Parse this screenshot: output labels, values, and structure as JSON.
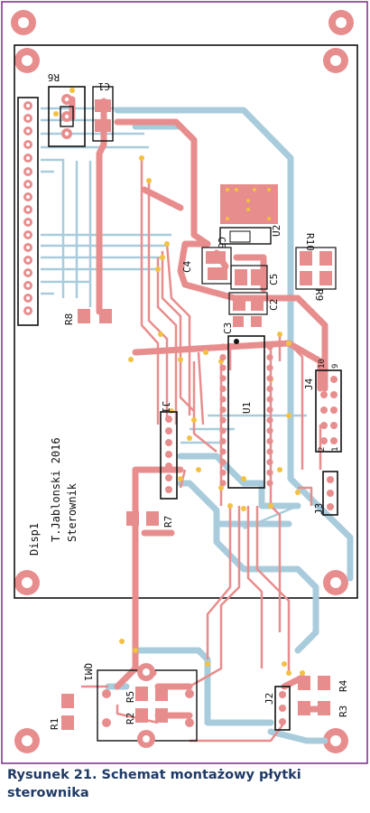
{
  "caption": {
    "line1": "Rysunek 21. Schemat montażowy płytki",
    "line2": "sterownika"
  },
  "board_text": {
    "author": "T.Jablonski 2016",
    "name": "Sterownik",
    "display": "Disp1"
  },
  "labels": {
    "r6": "R6",
    "c1": "C1",
    "r8": "R8",
    "c6": "C6",
    "c4": "C4",
    "u2": "U2",
    "c5": "C5",
    "c2": "C2",
    "c3": "C3",
    "r10": "R10",
    "r9": "R9",
    "j4": "J4",
    "j4_pin10": "10",
    "j4_pin9": "9",
    "j4_pin2": "2",
    "j4_pin1": "1",
    "u1": "U1",
    "j1": "J1",
    "j3": "J3",
    "r7": "R7",
    "qm1": "QM1",
    "r5": "R5",
    "r2": "R2",
    "r1": "R1",
    "j2": "J2",
    "r4": "R4",
    "r3": "R3"
  },
  "colors": {
    "top_trace": "#e88d8d",
    "bottom_trace": "#a9ccdc",
    "pad": "#e88d8d",
    "via": "#f3c142",
    "outline": "#111111",
    "board_border": "#7a2a8a",
    "caption": "#1f3a66"
  }
}
